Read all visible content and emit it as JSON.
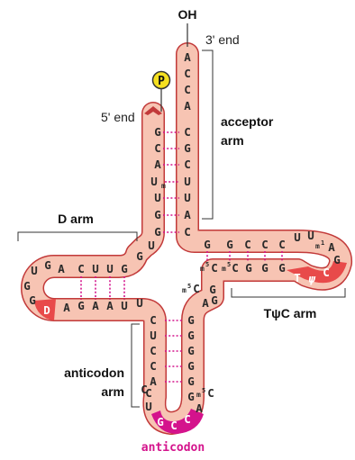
{
  "labels": {
    "oh": "OH",
    "three_prime_end": "3' end",
    "five_prime_end": "5' end",
    "phosphate": "P",
    "acceptor_arm_line1": "acceptor",
    "acceptor_arm_line2": "arm",
    "d_arm": "D arm",
    "tpsic_arm": "TψC arm",
    "anticodon_arm_line1": "anticodon",
    "anticodon_arm_line2": "arm",
    "anticodon": "anticodon"
  },
  "bases": {
    "acceptor_3prime": [
      "A",
      "C",
      "C",
      "A",
      "C",
      "G",
      "C",
      "U",
      "U",
      "A",
      "C"
    ],
    "acceptor_5prime": [
      "G",
      "C",
      "A",
      "U",
      "U",
      "G",
      "G"
    ],
    "acceptor_5prime_mod": "m",
    "d_arm_top": [
      "U",
      "G",
      "A",
      "C",
      "U",
      "U",
      "G",
      "G",
      "U"
    ],
    "d_arm_loop": [
      "G",
      "G"
    ],
    "d_arm_bottom": [
      "D",
      "A",
      "G",
      "A",
      "A",
      "U",
      "U"
    ],
    "tpsic_top": [
      "G",
      "G",
      "C",
      "C",
      "C",
      "U",
      "U"
    ],
    "tpsic_loop": [
      "m",
      "1",
      "A",
      "G"
    ],
    "tpsic_mid": [
      "m",
      "5",
      "C",
      "m",
      "5",
      "C",
      "G",
      "G",
      "G"
    ],
    "tpsic_special": [
      "T",
      "ψ",
      "C"
    ],
    "variable": [
      "m",
      "5",
      "C",
      "G",
      "A",
      "G"
    ],
    "anticodon_left": [
      "C",
      "U",
      "C",
      "C",
      "A",
      "C"
    ],
    "anticodon_right": [
      "G",
      "G",
      "G",
      "G",
      "G",
      "G"
    ],
    "anticodon_loop": [
      "C",
      "U",
      "m",
      "5",
      "C",
      "A"
    ],
    "anticodon_triplet": [
      "G",
      "C",
      "C"
    ]
  },
  "colors": {
    "strand_fill": "#f7c4b3",
    "strand_stroke": "#c23a3a",
    "pair": "#d4138c",
    "highlight_red": "#e84a4a",
    "anticodon_magenta": "#d4138c",
    "phosphate_fill": "#f5e020"
  }
}
